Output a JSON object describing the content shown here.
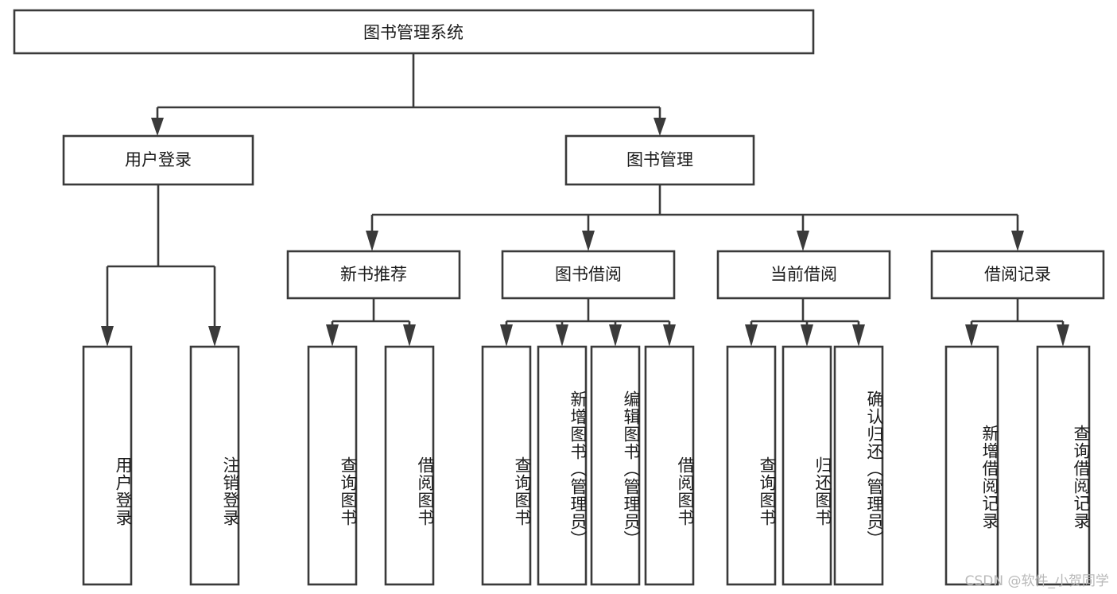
{
  "diagram": {
    "title_node": {
      "label": "图书管理系统"
    },
    "level2": [
      {
        "label": "用户登录"
      },
      {
        "label": "图书管理"
      }
    ],
    "level3": [
      {
        "label": "新书推荐"
      },
      {
        "label": "图书借阅"
      },
      {
        "label": "当前借阅"
      },
      {
        "label": "借阅记录"
      }
    ],
    "leaves": {
      "user_login": [
        {
          "label": "用户登录"
        },
        {
          "label": "注销登录"
        }
      ],
      "new_book_recommend": [
        {
          "label": "查询图书"
        },
        {
          "label": "借阅图书"
        }
      ],
      "book_borrow": [
        {
          "label": "查询图书"
        },
        {
          "label": "新增图书（管理员）"
        },
        {
          "label": "编辑图书（管理员）"
        },
        {
          "label": "借阅图书"
        }
      ],
      "current_borrow": [
        {
          "label": "查询图书"
        },
        {
          "label": "归还图书"
        },
        {
          "label": "确认归还（管理员）"
        }
      ],
      "borrow_record": [
        {
          "label": "新增借阅记录"
        },
        {
          "label": "查询借阅记录"
        }
      ]
    },
    "watermark": {
      "text": "CSDN @软件_小贺同学"
    },
    "colors": {
      "stroke": "#3a3a3a",
      "box_fill": "#ffffff",
      "text": "#1b1b1b",
      "background": "#ffffff",
      "watermark": "#b9b9b9"
    }
  }
}
